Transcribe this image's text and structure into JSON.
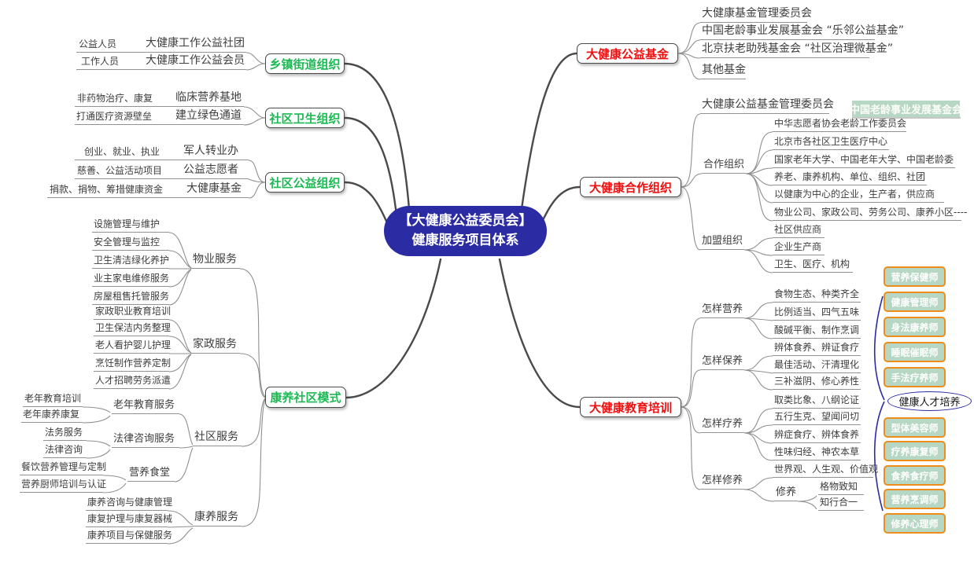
{
  "center": {
    "line1": "【大健康公益委员会】",
    "line2": "健康服务项目体系"
  },
  "colors": {
    "center_bg": "#2b2ba3",
    "branch_green": "#1db954",
    "branch_red": "#ee1010",
    "tag_bg": "#b6d7c3",
    "tag_border": "#ef8d1c",
    "thin_line": "#8f8f8f",
    "main_line": "#4a4a4a"
  },
  "left": {
    "township": {
      "label": "乡镇街道组织",
      "rows": [
        {
          "person": "公益人员",
          "item": "大健康工作公益社团"
        },
        {
          "person": "工作人员",
          "item": "大健康工作公益会员"
        }
      ]
    },
    "health": {
      "label": "社区卫生组织",
      "rows": [
        {
          "person": "非药物治疗、康复",
          "item": "临床营养基地"
        },
        {
          "person": "打通医疗资源壁垒",
          "item": "建立绿色通道"
        }
      ]
    },
    "charity": {
      "label": "社区公益组织",
      "rows": [
        {
          "person": "创业、就业、执业",
          "item": "军人转业办"
        },
        {
          "person": "慈善、公益活动项目",
          "item": "公益志愿者"
        },
        {
          "person": "捐款、捐物、筹措健康资金",
          "item": "大健康基金"
        }
      ]
    },
    "model": {
      "label": "康养社区模式",
      "property": {
        "label": "物业服务",
        "items": [
          "设施管理与维护",
          "安全管理与监控",
          "卫生清洁绿化养护",
          "业主家电维修服务",
          "房屋租售托管服务"
        ]
      },
      "housekeeping": {
        "label": "家政服务",
        "items": [
          "家政职业教育培训",
          "卫生保洁内务整理",
          "老人看护婴儿护理",
          "烹饪制作营养定制",
          "人才招聘劳务派遣"
        ]
      },
      "community": {
        "label": "社区服务",
        "elder": {
          "label": "老年教育服务",
          "items": [
            "老年教育培训",
            "老年康养康复"
          ]
        },
        "legal": {
          "label": "法律咨询服务",
          "items": [
            "法务服务",
            "法律咨询"
          ]
        },
        "canteen": {
          "label": "营养食堂",
          "items": [
            "餐饮营养管理与定制",
            "营养厨师培训与认证"
          ]
        }
      },
      "wellness": {
        "label": "康养服务",
        "items": [
          "康养咨询与健康管理",
          "康复护理与康复器械",
          "康养项目与保健服务"
        ]
      }
    }
  },
  "right": {
    "fund": {
      "label": "大健康公益基金",
      "items": [
        "大健康基金管理委员会",
        "中国老龄事业发展基金会 “乐邻公益基金”",
        "北京扶老助残基金会 “社区治理微基金”",
        "其他基金"
      ]
    },
    "coop": {
      "label": "大健康合作组织",
      "committee": "大健康公益基金管理委员会",
      "committee_tag": "中国老龄事业发展基金会",
      "partners": {
        "label": "合作组织",
        "items": [
          "中华志愿者协会老龄工作委员会",
          "北京市各社区卫生医疗中心",
          "国家老年大学、中国老年大学、中国老龄委",
          "养老、康养机构、单位、组织、社团",
          "以健康为中心的企业，生产者，供应商",
          "物业公司、家政公司、劳务公司、康养小区----"
        ]
      },
      "franchise": {
        "label": "加盟组织",
        "items": [
          "社区供应商",
          "企业生产商",
          "卫生、医疗、机构"
        ]
      }
    },
    "edu": {
      "label": "大健康教育培训",
      "nutrition": {
        "label": "怎样营养",
        "items": [
          "食物生态、种类齐全",
          "比例适当、四气五味",
          "酸碱平衡、制作烹调"
        ]
      },
      "maintain": {
        "label": "怎样保养",
        "items": [
          "辨体食养、辨证食疗",
          "最佳活动、汗清理化",
          "三补滋阴、修心养性"
        ]
      },
      "recuperate": {
        "label": "怎样疗养",
        "items": [
          "取类比象、八纲论证",
          "五行生克、望闻问切",
          "辨症食疗、辨体食养",
          "性味归经、神农本草"
        ]
      },
      "cultivate": {
        "label": "怎样修养",
        "worldview": "世界观、人生观、价值观",
        "sub": {
          "label": "修养",
          "items": [
            "格物致知",
            "知行合一"
          ]
        }
      }
    },
    "talent": {
      "ellipse": "健康人才培养",
      "tags": [
        "营养保健师",
        "健康管理师",
        "身法康养师",
        "睡眠催眠师",
        "手法疗养师",
        "型体美容师",
        "疗养康复师",
        "食养食疗师",
        "营养烹调师",
        "修养心理师"
      ]
    }
  }
}
